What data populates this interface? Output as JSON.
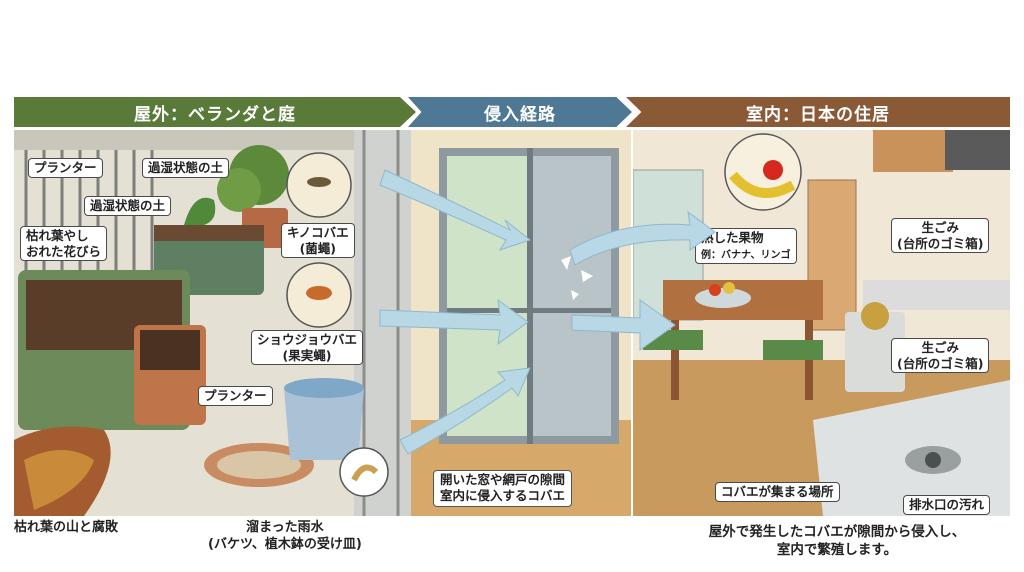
{
  "sections": {
    "outdoor": "屋外：ベランダと庭",
    "route": "侵入経路",
    "indoor": "室内：日本の住居"
  },
  "outdoor_labels": {
    "planter_top": "プランター",
    "soil_1": "過湿状態の土",
    "soil_2": "過湿状態の土",
    "dead_leaves_1": "枯れ葉やし",
    "dead_leaves_2": "おれた花びら",
    "fungus_gnat_1": "キノコバエ",
    "fungus_gnat_2": "(菌蠅)",
    "fruit_fly_1": "ショウジョウバエ",
    "fruit_fly_2": "(果実蠅)",
    "planter_bottom": "プランター"
  },
  "outdoor_captions": {
    "leaf_pile": "枯れ葉の山と腐敗",
    "rain_water_1": "溜まった雨水",
    "rain_water_2": "(バケツ、植木鉢の受け皿)"
  },
  "route_caption": {
    "line1": "開いた窓や網戸の隙間",
    "line2": "室内に侵入するコバエ"
  },
  "indoor_labels": {
    "fruit_1": "熟した果物",
    "fruit_2": "例：バナナ、リンゴ",
    "garbage_top_1": "生ごみ",
    "garbage_top_2": "(台所のゴミ箱)",
    "garbage_mid_1": "生ごみ",
    "garbage_mid_2": "(台所のゴミ箱)",
    "gather": "コバエが集まる場所",
    "drain": "排水口の汚れ"
  },
  "summary": {
    "line1": "屋外で発生したコバエが隙間から侵入し、",
    "line2": "室内で繁殖します。"
  },
  "colors": {
    "outdoor_banner": "#5a7a3a",
    "route_banner": "#4f7894",
    "indoor_banner": "#8a5a36",
    "arrow": "#b8d8e6"
  }
}
